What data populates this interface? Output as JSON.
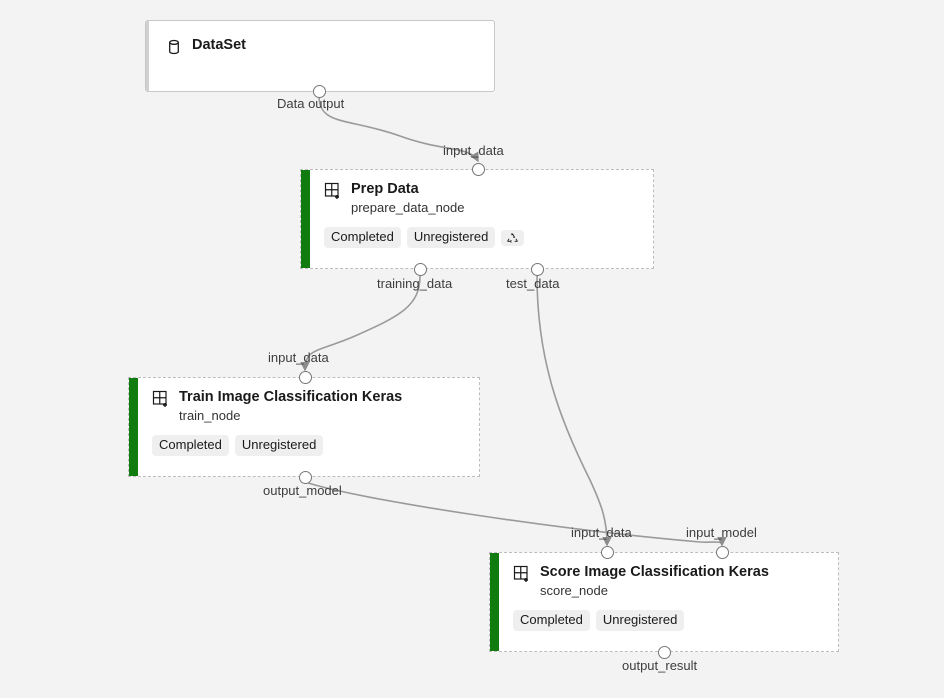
{
  "canvas": {
    "background": "#f3f3f3",
    "accent_color": "#107c10",
    "edge_color": "#9a9a9a",
    "port_label_color": "#3d3d3d"
  },
  "nodes": [
    {
      "id": "dataset",
      "title": "DataSet",
      "subtitle": "",
      "icon": "database-icon",
      "accent": "gray",
      "border": "solid",
      "badges": []
    },
    {
      "id": "prep-data",
      "title": "Prep Data",
      "subtitle": "prepare_data_node",
      "icon": "module-grid-icon",
      "accent": "green",
      "border": "dashed",
      "badges": [
        {
          "label": "Completed",
          "type": "text"
        },
        {
          "label": "Unregistered",
          "type": "text"
        },
        {
          "label": "reuse-icon",
          "type": "icon"
        }
      ]
    },
    {
      "id": "train-node",
      "title": "Train Image Classification Keras",
      "subtitle": "train_node",
      "icon": "module-grid-icon",
      "accent": "green",
      "border": "dashed",
      "badges": [
        {
          "label": "Completed",
          "type": "text"
        },
        {
          "label": "Unregistered",
          "type": "text"
        }
      ]
    },
    {
      "id": "score-node",
      "title": "Score Image Classification Keras",
      "subtitle": "score_node",
      "icon": "module-grid-icon",
      "accent": "green",
      "border": "dashed",
      "badges": [
        {
          "label": "Completed",
          "type": "text"
        },
        {
          "label": "Unregistered",
          "type": "text"
        }
      ]
    }
  ],
  "ports": [
    {
      "id": "dataset-out",
      "label": "Data output",
      "direction": "output",
      "node": "dataset"
    },
    {
      "id": "prep-in",
      "label": "input_data",
      "direction": "input",
      "node": "prep-data"
    },
    {
      "id": "prep-out-training",
      "label": "training_data",
      "direction": "output",
      "node": "prep-data"
    },
    {
      "id": "prep-out-test",
      "label": "test_data",
      "direction": "output",
      "node": "prep-data"
    },
    {
      "id": "train-in",
      "label": "input_data",
      "direction": "input",
      "node": "train-node"
    },
    {
      "id": "train-out",
      "label": "output_model",
      "direction": "output",
      "node": "train-node"
    },
    {
      "id": "score-in-data",
      "label": "input_data",
      "direction": "input",
      "node": "score-node"
    },
    {
      "id": "score-in-model",
      "label": "input_model",
      "direction": "input",
      "node": "score-node"
    },
    {
      "id": "score-out",
      "label": "output_result",
      "direction": "output",
      "node": "score-node"
    }
  ],
  "edges": [
    {
      "from": "dataset-out",
      "to": "prep-in"
    },
    {
      "from": "prep-out-training",
      "to": "train-in"
    },
    {
      "from": "prep-out-test",
      "to": "score-in-data"
    },
    {
      "from": "train-out",
      "to": "score-in-model"
    }
  ]
}
